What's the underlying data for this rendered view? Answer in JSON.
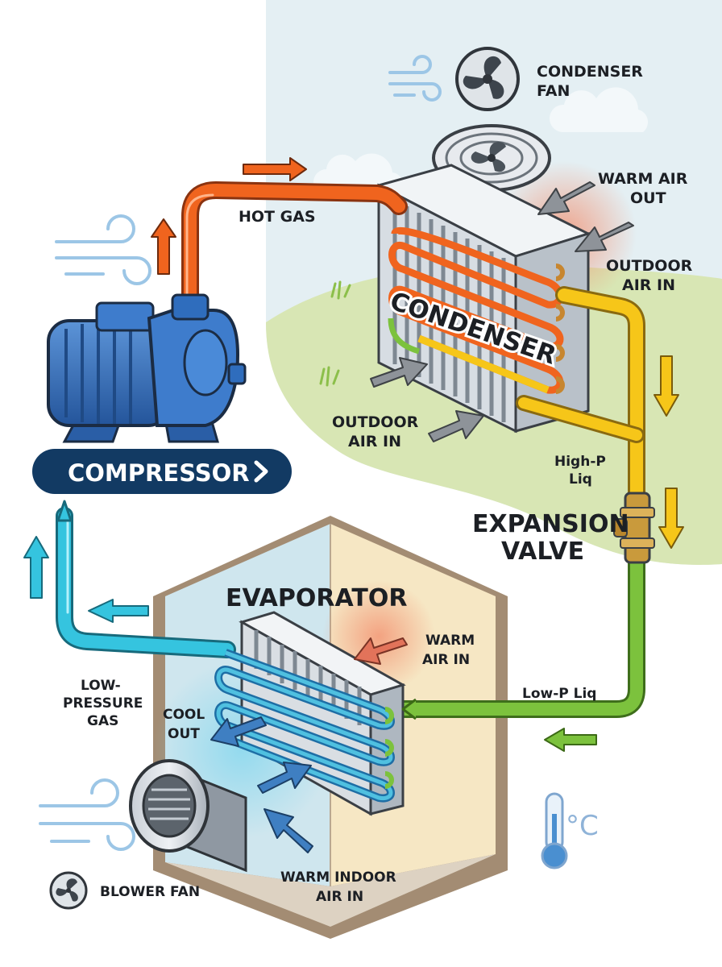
{
  "labels": {
    "condenser_fan": [
      "CONDENSER",
      "FAN"
    ],
    "warm_air_out": [
      "WARM AIR",
      "OUT"
    ],
    "hot_gas": "HOT GAS",
    "outdoor_air_in_right": [
      "OUTDOOR",
      "AIR IN"
    ],
    "condenser": "CONDENSER",
    "outdoor_air_in_bottom": [
      "OUTDOOR",
      "AIR IN"
    ],
    "high_p_liq": [
      "High-P",
      "Liq"
    ],
    "compressor": "COMPRESSOR",
    "expansion_valve": [
      "EXPANSION",
      "VALVE"
    ],
    "evaporator": "EVAPORATOR",
    "warm_air_in": [
      "WARM",
      "AIR IN"
    ],
    "low_pressure_gas": [
      "LOW-",
      "PRESSURE",
      "GAS"
    ],
    "cool_out": [
      "COOL",
      "OUT"
    ],
    "low_p_liq": "Low-P Liq",
    "blower_fan": "BLOWER FAN",
    "warm_indoor_air_in": [
      "WARM INDOOR",
      "AIR IN"
    ],
    "celsius": "°C"
  },
  "colors": {
    "hot_gas_pipe": "#f0641e",
    "high_pressure_liquid_pipe": "#f6c619",
    "low_pressure_liquid_pipe": "#7cc23d",
    "low_pressure_gas_pipe": "#35c4df",
    "compressor_body": "#2f6dbd",
    "compressor_badge": "#123a63",
    "outdoor_sky": "#e4eff3",
    "outdoor_grass": "#d8e6b4",
    "room_wall_left": "#cfe6ee",
    "room_wall_right": "#f6e7c4"
  },
  "icons": [
    "wind-icon",
    "condenser-fan-icon",
    "fan-grille-icon",
    "compressor-icon",
    "expansion-valve-icon",
    "blower-fan-icon",
    "small-fan-icon",
    "thermometer-icon"
  ]
}
